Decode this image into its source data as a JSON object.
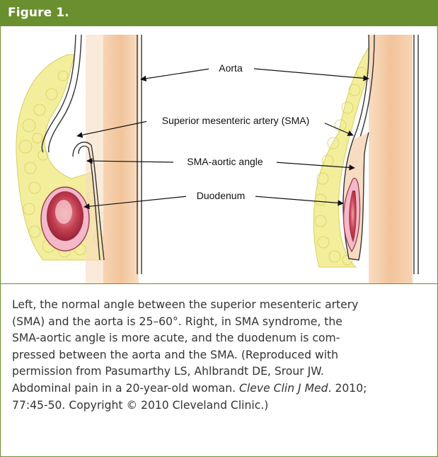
{
  "header": {
    "title": "Figure 1."
  },
  "figure": {
    "labels": {
      "aorta": "Aorta",
      "sma": "Superior mesenteric artery (SMA)",
      "angle": "SMA-aortic angle",
      "duodenum": "Duodenum"
    },
    "colors": {
      "header": "#6a8f2f",
      "aorta": "#f2c49a",
      "fat": "#f2ec9a",
      "duodenum_wall": "#f3b9c8",
      "duodenum_lumen": "#b0273d"
    }
  },
  "caption": {
    "lines": [
      "Left, the normal angle between the superior mesenteric artery",
      "(SMA) and the aorta is 25–60°. Right, in SMA syndrome, the",
      "SMA-aortic angle is more acute, and the duodenum is com-",
      "pressed between the aorta and the SMA. (Reproduced with",
      "permission from Pasumarthy LS, Ahlbrandt DE, Srour JW."
    ],
    "line6_prefix": "Abdominal pain in a 20-year-old woman. ",
    "line6_journal": "Cleve Clin J Med",
    "line6_suffix": ". 2010;",
    "line7": "77:45-50. Copyright © 2010 Cleveland Clinic.)"
  }
}
